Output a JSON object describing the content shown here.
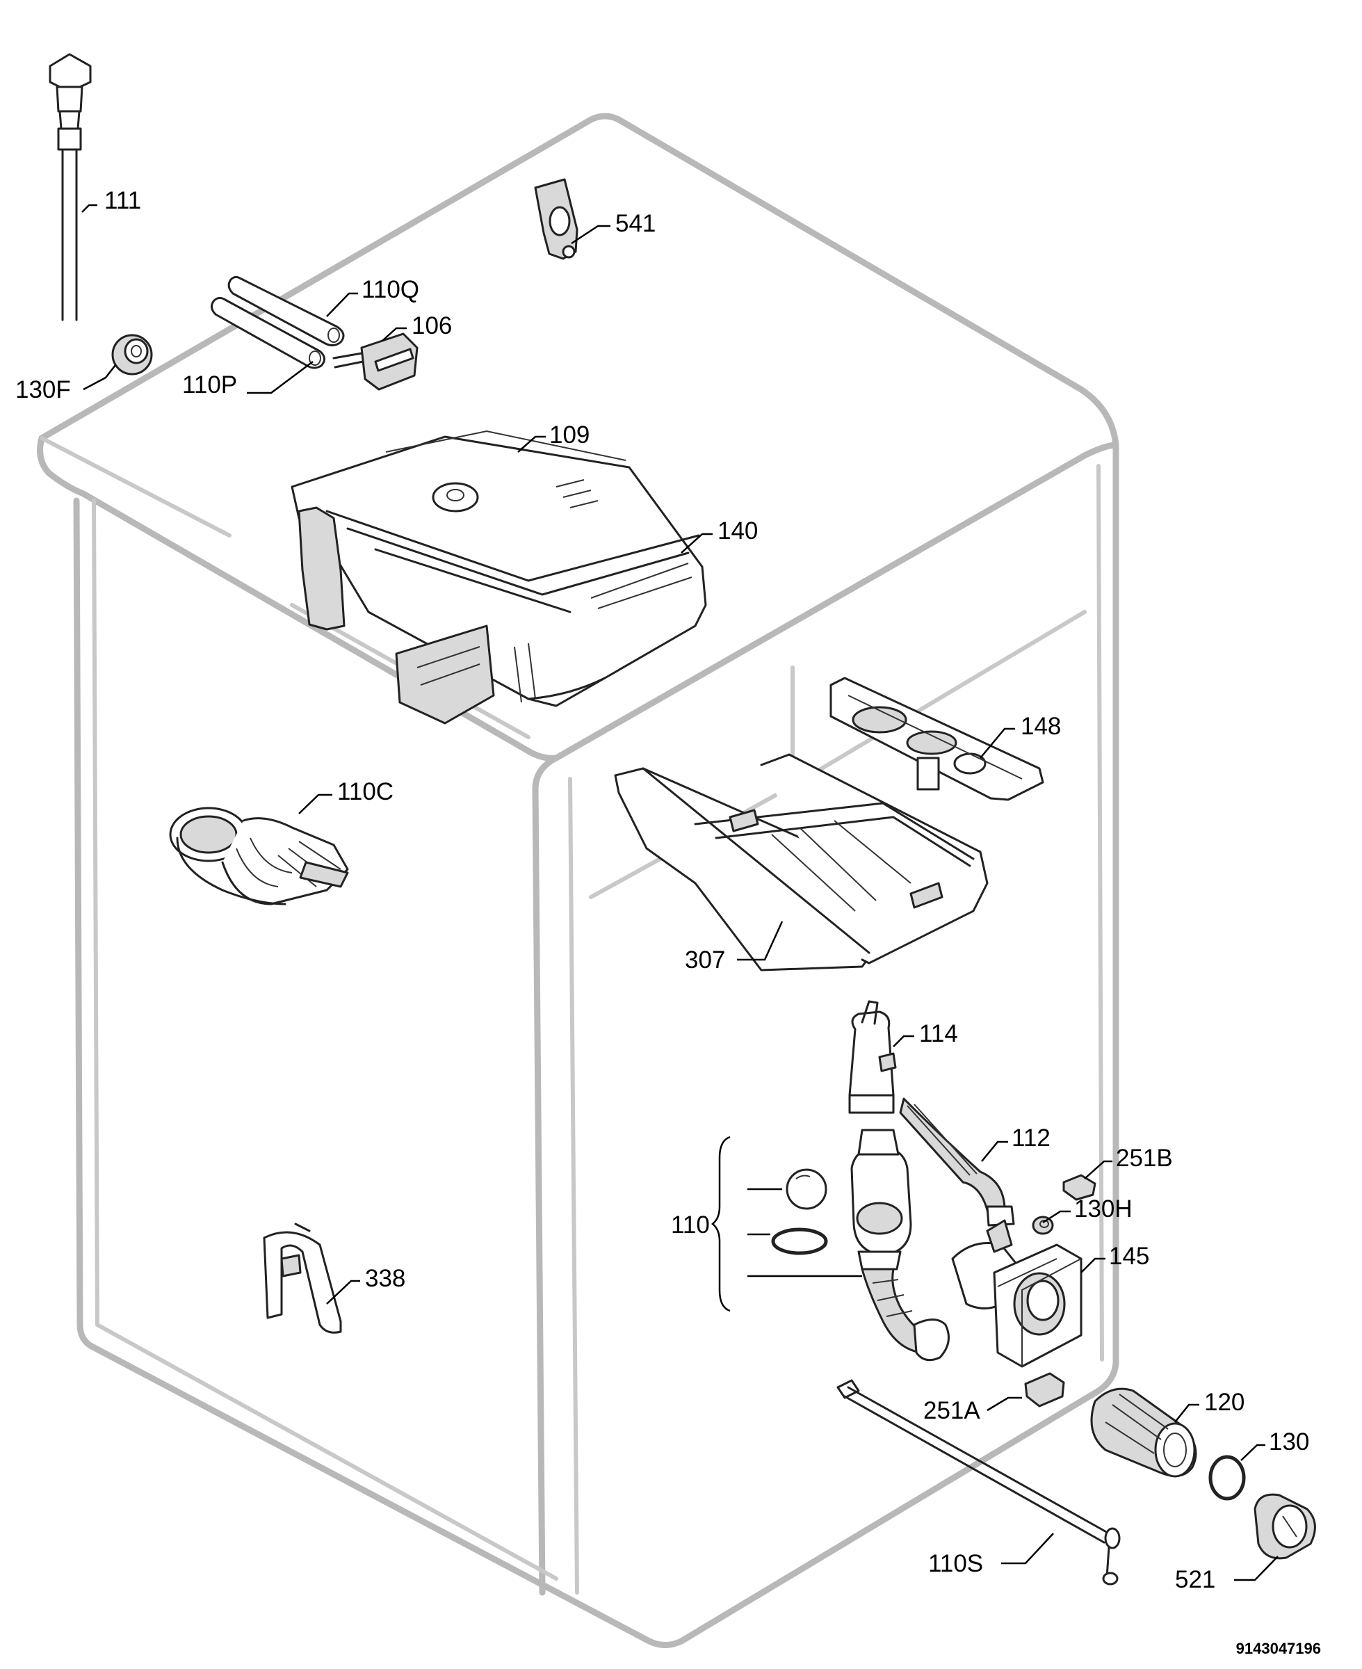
{
  "labels": {
    "l111": "111",
    "l541": "541",
    "l110Q": "110Q",
    "l106": "106",
    "l130F": "130F",
    "l110P": "110P",
    "l109": "109",
    "l140": "140",
    "l148": "148",
    "l110C": "110C",
    "l307": "307",
    "l114": "114",
    "l112": "112",
    "l251B": "251B",
    "l110": "110",
    "l130H": "130H",
    "l145": "145",
    "l338": "338",
    "l120": "120",
    "l251A": "251A",
    "l130": "130",
    "l110S": "110S",
    "l521": "521"
  },
  "document_id": "9143047196"
}
